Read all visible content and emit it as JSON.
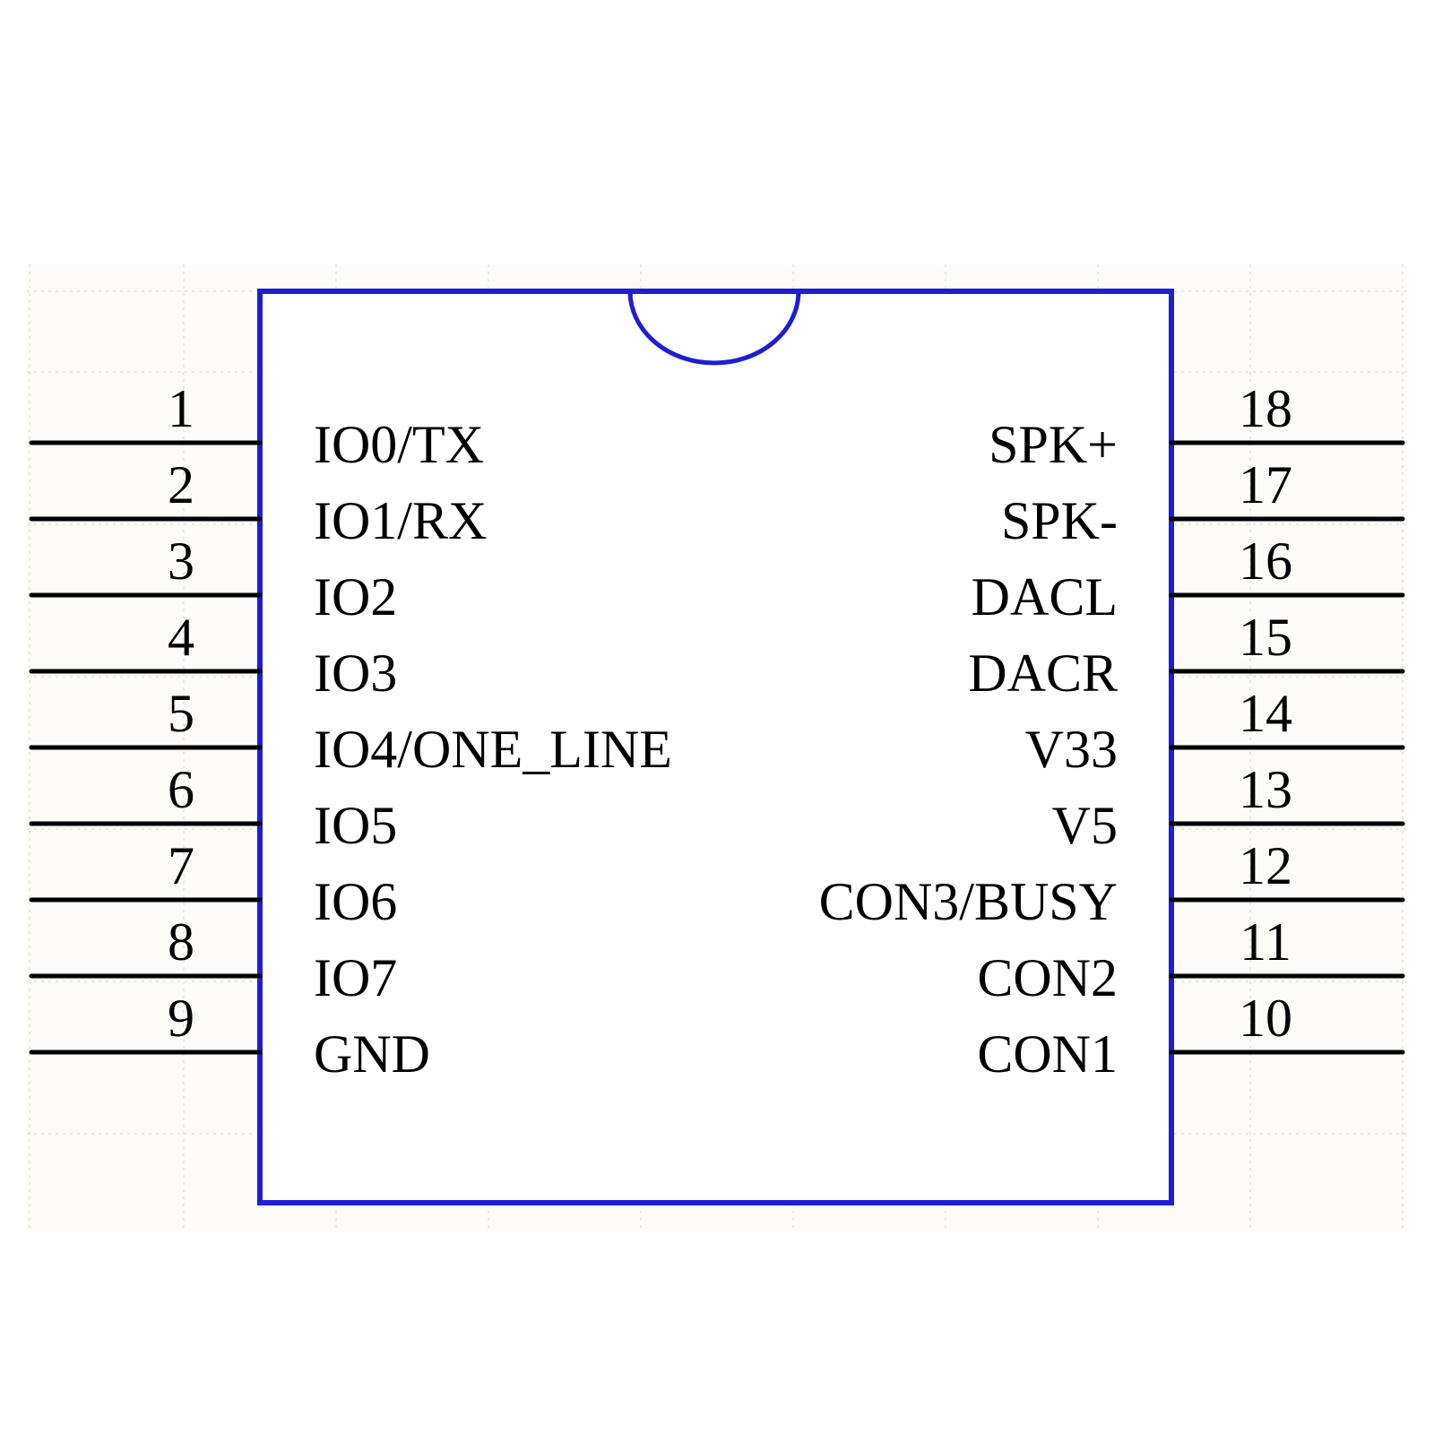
{
  "colors": {
    "background": "#ffffff",
    "grid_area": "#fcfbf8",
    "grid_line": "#e6e3dc",
    "body_outline": "#1e1ed2",
    "pins": "#000000",
    "text": "#000000"
  },
  "component": {
    "left_pins": [
      {
        "number": "1",
        "name": "IO0/TX"
      },
      {
        "number": "2",
        "name": "IO1/RX"
      },
      {
        "number": "3",
        "name": "IO2"
      },
      {
        "number": "4",
        "name": "IO3"
      },
      {
        "number": "5",
        "name": "IO4/ONE_LINE"
      },
      {
        "number": "6",
        "name": "IO5"
      },
      {
        "number": "7",
        "name": "IO6"
      },
      {
        "number": "8",
        "name": "IO7"
      },
      {
        "number": "9",
        "name": "GND"
      }
    ],
    "right_pins": [
      {
        "number": "18",
        "name": "SPK+"
      },
      {
        "number": "17",
        "name": "SPK-"
      },
      {
        "number": "16",
        "name": "DACL"
      },
      {
        "number": "15",
        "name": "DACR"
      },
      {
        "number": "14",
        "name": "V33"
      },
      {
        "number": "13",
        "name": "V5"
      },
      {
        "number": "12",
        "name": "CON3/BUSY"
      },
      {
        "number": "11",
        "name": "CON2"
      },
      {
        "number": "10",
        "name": "CON1"
      }
    ]
  }
}
